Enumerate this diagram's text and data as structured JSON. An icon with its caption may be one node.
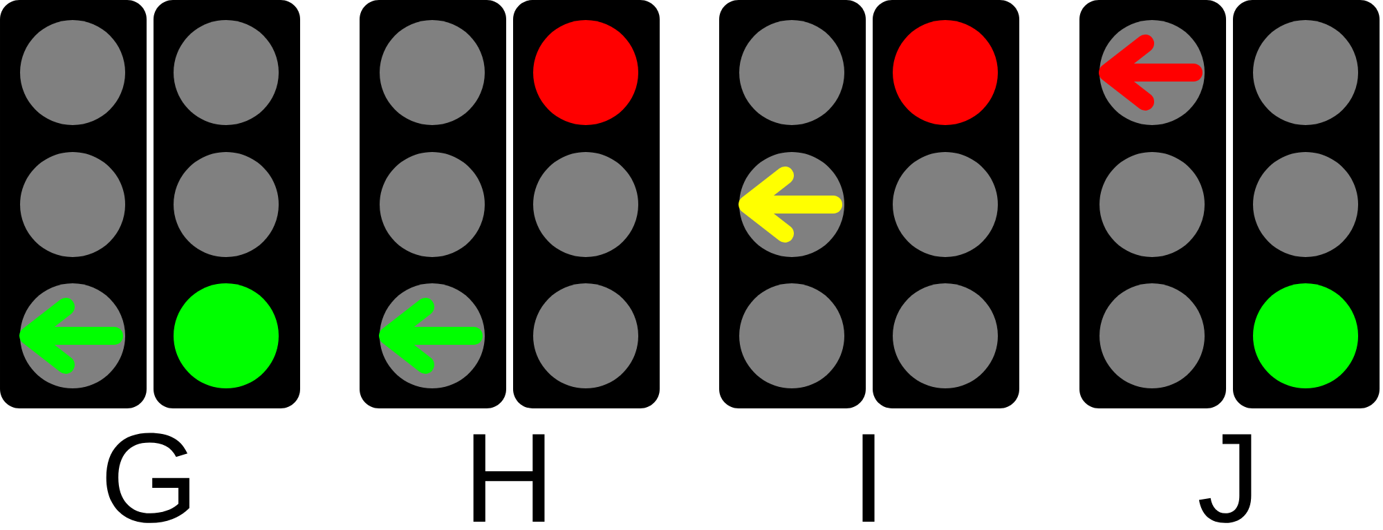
{
  "diagram": {
    "labels": [
      "G",
      "H",
      "I",
      "J"
    ]
  }
}
